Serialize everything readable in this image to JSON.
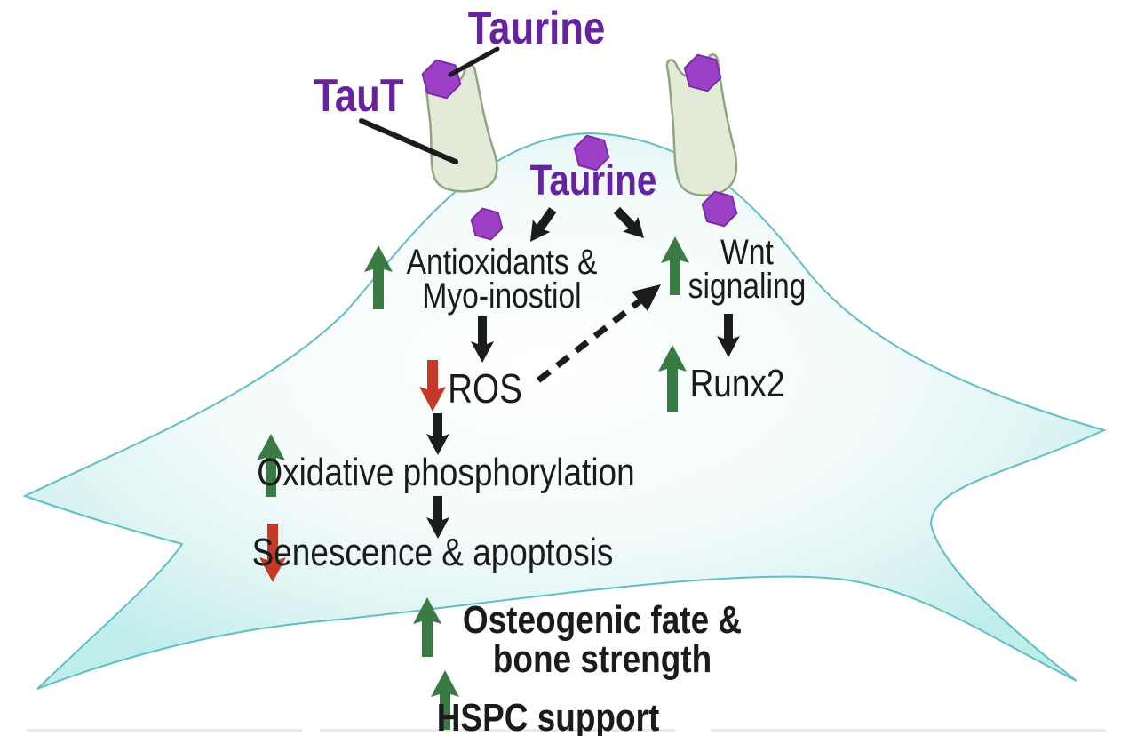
{
  "figure": {
    "type": "cell-signaling-pathway-diagram",
    "labels": {
      "taurine_top": "Taurine",
      "taut": "TauT",
      "taurine_inner": "Taurine",
      "antioxidants_line1": "Antioxidants &",
      "antioxidants_line2": "Myo-inostiol",
      "wnt_line1": "Wnt",
      "wnt_line2": "signaling",
      "ros": "ROS",
      "runx2": "Runx2",
      "oxidative_phosphorylation": "Oxidative phosphorylation",
      "senescence": "Senescence & apoptosis",
      "osteogenic_line1": "Osteogenic fate &",
      "osteogenic_line2": "bone strength",
      "hspc_support": "HSPC support"
    },
    "semantics": {
      "increased": [
        "Antioxidants & Myo-inostiol",
        "Wnt signaling",
        "Runx2",
        "Oxidative phosphorylation",
        "Osteogenic fate & bone strength",
        "HSPC support"
      ],
      "decreased": [
        "ROS",
        "Senescence & apoptosis"
      ],
      "dashed_link": "ROS to Wnt signaling",
      "transporter": "TauT imports Taurine across the cell membrane"
    },
    "colors": {
      "purple_text": "#65239f",
      "taurine_hexagon": "#9c40c6",
      "increase_arrow_green": "#3a7b45",
      "decrease_arrow_red": "#c43a26",
      "arrow_black": "#1c1c1c",
      "cell_fill": "#d9f3f2",
      "cell_outline": "#5fbfc4",
      "channel_fill": "#e4ead8",
      "channel_outline": "#8da77f"
    }
  }
}
